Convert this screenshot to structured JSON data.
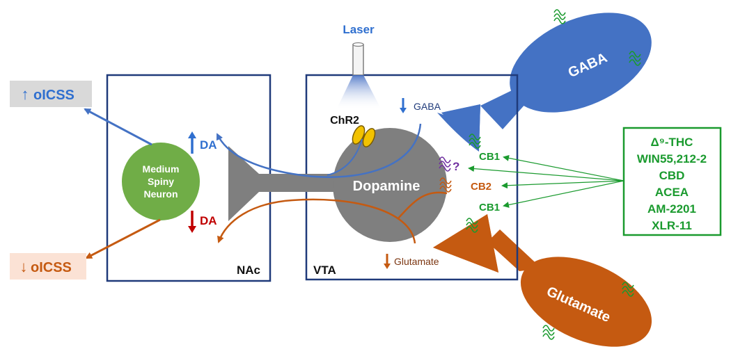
{
  "labels": {
    "laser": "Laser",
    "chr2": "ChR2",
    "nac": "NAc",
    "vta": "VTA",
    "dopamine": "Dopamine",
    "msn_line1": "Medium",
    "msn_line2": "Spiny",
    "msn_line3": "Neuron",
    "gaba_neuron": "GABA",
    "glutamate_neuron": "Glutamate",
    "da_up": "DA",
    "da_down": "DA",
    "gaba_down": "GABA",
    "glutamate_down": "Glutamate",
    "cb1_top": "CB1",
    "cb2": "CB2",
    "cb1_bottom": "CB1",
    "question": "?",
    "olcss_up": "oICSS",
    "olcss_down": "oICSS",
    "up_arrow": "↑",
    "down_arrow": "↓"
  },
  "drugs": [
    "Δ⁹-THC",
    "WIN55,212-2",
    "CBD",
    "ACEA",
    "AM-2201",
    "XLR-11"
  ],
  "colors": {
    "navy": "#1f3a7a",
    "blue": "#4472c4",
    "green": "#70ad47",
    "orange": "#c55a11",
    "gray": "#7f7f7f",
    "purple": "#7030a0",
    "yellow": "#f2c200",
    "drug_green": "#1a9a2e",
    "red": "#c00000"
  }
}
